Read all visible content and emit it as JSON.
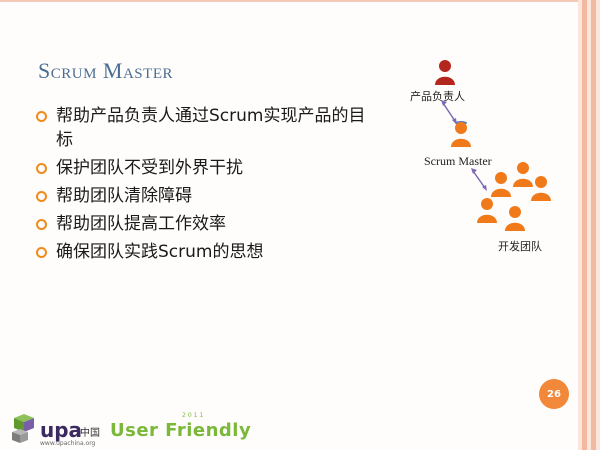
{
  "slide": {
    "title": "Scrum Master",
    "bullets": [
      "帮助产品负责人通过Scrum实现产品的目标",
      "保护团队不受到外界干扰",
      "帮助团队清除障碍",
      "帮助团队提高工作效率",
      "确保团队实践Scrum的思想"
    ],
    "page_number": "26"
  },
  "diagram": {
    "product_owner_label": "产品负责人",
    "scrum_master_label": "Scrum Master",
    "dev_team_label": "开发团队"
  },
  "footer": {
    "upa_logo_text": "upa",
    "upa_cn_text": "中国",
    "upa_url": "www.upachina.org",
    "user_friendly_text": "User Friendly",
    "user_friendly_year": "2011"
  },
  "colors": {
    "title": "#4a6e93",
    "bullet_marker": "#f08a1c",
    "product_owner": "#b3261e",
    "team_member": "#f07a1a",
    "page_badge": "#f2883a",
    "stripes": [
      "#f7d7c8",
      "#f3b9a0",
      "#f7d7c8",
      "#f3b9a0"
    ]
  }
}
